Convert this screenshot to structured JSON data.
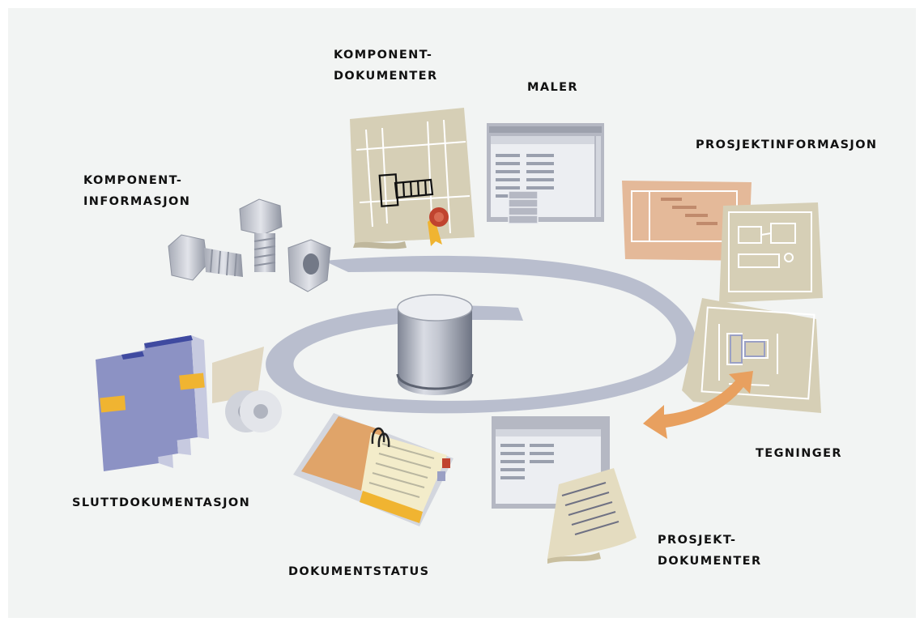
{
  "labels": {
    "komponent_dokumenter": [
      "KOMPONENT-",
      "DOKUMENTER"
    ],
    "maler": "MALER",
    "prosjektinformasjon": "PROSJEKTINFORMASJON",
    "komponent_informasjon": [
      "KOMPONENT-",
      "INFORMASJON"
    ],
    "tegninger": "TEGNINGER",
    "sluttdokumentasjon": "SLUTTDOKUMENTASJON",
    "dokumentstatus": "DOKUMENTSTATUS",
    "prosjekt_dokumenter": [
      "PROSJEKT-",
      "DOKUMENTER"
    ]
  },
  "colors": {
    "background": "#f2f4f3",
    "spiral": "#b9bece",
    "paper_tan": "#d6cfb6",
    "paper_peach": "#e4b999",
    "window_gray": "#b5b8c3",
    "binder_blue": "#8c92c4",
    "binder_yellow": "#f0b431",
    "arrow_orange": "#e8a05f",
    "folder_orange": "#e0a469",
    "seal_red": "#c0432f"
  }
}
